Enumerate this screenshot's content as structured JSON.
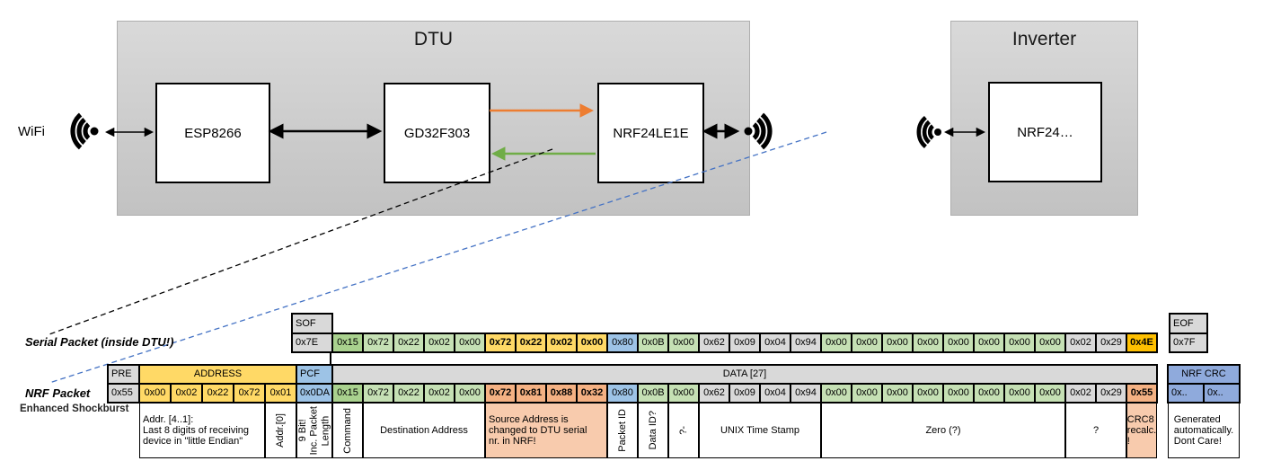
{
  "diagram": {
    "wifi_label": "WiFi",
    "dtu": {
      "title": "DTU",
      "components": {
        "esp": "ESP8266",
        "gd": "GD32F303",
        "nrf": "NRF24LE1E"
      }
    },
    "inverter": {
      "title": "Inverter",
      "components": {
        "nrf": "NRF24…"
      }
    },
    "colors": {
      "uart_tx_arrow": "#ED7D31",
      "uart_rx_arrow": "#70AD47",
      "radio_link_dash": "#4472C4",
      "serial_link_dash": "#000000"
    }
  },
  "palette": {
    "gray": "#D9D9D9",
    "yellow": "#FFD966",
    "gold": "#FFC000",
    "blue": "#9DC3E6",
    "crcblue": "#8FAADC",
    "dgreen": "#A9D18E",
    "green": "#C5E0B4",
    "orange": "#F4B183",
    "lorange": "#F8CBAD",
    "white": "#FFFFFF"
  },
  "serial_packet": {
    "label": "Serial Packet (inside DTU!)",
    "sof": {
      "header": "SOF",
      "value": "0x7E"
    },
    "eof": {
      "header": "EOF",
      "value": "0x7F"
    },
    "bytes": [
      {
        "v": "0x15",
        "c": "dgreen"
      },
      {
        "v": "0x72",
        "c": "green"
      },
      {
        "v": "0x22",
        "c": "green"
      },
      {
        "v": "0x02",
        "c": "green"
      },
      {
        "v": "0x00",
        "c": "green"
      },
      {
        "v": "0x72",
        "c": "yellow",
        "b": true
      },
      {
        "v": "0x22",
        "c": "yellow",
        "b": true
      },
      {
        "v": "0x02",
        "c": "yellow",
        "b": true
      },
      {
        "v": "0x00",
        "c": "yellow",
        "b": true
      },
      {
        "v": "0x80",
        "c": "blue"
      },
      {
        "v": "0x0B",
        "c": "green"
      },
      {
        "v": "0x00",
        "c": "green"
      },
      {
        "v": "0x62",
        "c": "gray"
      },
      {
        "v": "0x09",
        "c": "gray"
      },
      {
        "v": "0x04",
        "c": "gray"
      },
      {
        "v": "0x94",
        "c": "gray"
      },
      {
        "v": "0x00",
        "c": "green"
      },
      {
        "v": "0x00",
        "c": "green"
      },
      {
        "v": "0x00",
        "c": "green"
      },
      {
        "v": "0x00",
        "c": "green"
      },
      {
        "v": "0x00",
        "c": "green"
      },
      {
        "v": "0x00",
        "c": "green"
      },
      {
        "v": "0x00",
        "c": "green"
      },
      {
        "v": "0x00",
        "c": "green"
      },
      {
        "v": "0x02",
        "c": "gray"
      },
      {
        "v": "0x29",
        "c": "gray"
      },
      {
        "v": "0x4E",
        "c": "gold",
        "b": true
      }
    ]
  },
  "nrf_packet": {
    "label": "NRF Packet",
    "sublabel": "Enhanced Shockburst",
    "pre": {
      "header": "PRE",
      "value": "0x55"
    },
    "address": {
      "header": "ADDRESS",
      "values": [
        "0x00",
        "0x02",
        "0x22",
        "0x72",
        "0x01"
      ]
    },
    "pcf": {
      "header": "PCF",
      "value": "0x0DA"
    },
    "data_header": "DATA [27]",
    "crc": {
      "header": "NRF CRC",
      "values": [
        "0x..",
        "0x.."
      ]
    },
    "bytes": [
      {
        "v": "0x15",
        "c": "dgreen"
      },
      {
        "v": "0x72",
        "c": "green"
      },
      {
        "v": "0x22",
        "c": "green"
      },
      {
        "v": "0x02",
        "c": "green"
      },
      {
        "v": "0x00",
        "c": "green"
      },
      {
        "v": "0x72",
        "c": "orange",
        "b": true
      },
      {
        "v": "0x81",
        "c": "orange",
        "b": true
      },
      {
        "v": "0x88",
        "c": "orange",
        "b": true
      },
      {
        "v": "0x32",
        "c": "orange",
        "b": true
      },
      {
        "v": "0x80",
        "c": "blue"
      },
      {
        "v": "0x0B",
        "c": "green"
      },
      {
        "v": "0x00",
        "c": "green"
      },
      {
        "v": "0x62",
        "c": "gray"
      },
      {
        "v": "0x09",
        "c": "gray"
      },
      {
        "v": "0x04",
        "c": "gray"
      },
      {
        "v": "0x94",
        "c": "gray"
      },
      {
        "v": "0x00",
        "c": "green"
      },
      {
        "v": "0x00",
        "c": "green"
      },
      {
        "v": "0x00",
        "c": "green"
      },
      {
        "v": "0x00",
        "c": "green"
      },
      {
        "v": "0x00",
        "c": "green"
      },
      {
        "v": "0x00",
        "c": "green"
      },
      {
        "v": "0x00",
        "c": "green"
      },
      {
        "v": "0x00",
        "c": "green"
      },
      {
        "v": "0x02",
        "c": "gray"
      },
      {
        "v": "0x29",
        "c": "gray"
      },
      {
        "v": "0x55",
        "c": "orange",
        "b": true
      }
    ]
  },
  "annotations": [
    {
      "id": "addr41",
      "text": "Addr. [4..1]:\nLast 8 digits of receiving device in \"little Endian\"",
      "vertical": false,
      "bg": "white",
      "align": "left"
    },
    {
      "id": "addr0",
      "text": "Addr.[0]",
      "vertical": true,
      "bg": "white",
      "align": "center"
    },
    {
      "id": "pcf",
      "text": "9 Bit!\nInc. Packet\nLength",
      "vertical": true,
      "bg": "white",
      "align": "center"
    },
    {
      "id": "command",
      "text": "Command",
      "vertical": true,
      "bg": "white",
      "align": "center"
    },
    {
      "id": "dest",
      "text": "Destination Address",
      "vertical": false,
      "bg": "white",
      "align": "center"
    },
    {
      "id": "src",
      "text": "Source Address is\nchanged to DTU serial\nnr. in NRF!",
      "vertical": false,
      "bg": "lorange",
      "align": "left"
    },
    {
      "id": "pktid",
      "text": "Packet ID",
      "vertical": true,
      "bg": "white",
      "align": "center"
    },
    {
      "id": "dataid",
      "text": "Data ID?",
      "vertical": true,
      "bg": "white",
      "align": "center"
    },
    {
      "id": "q0",
      "text": "?-",
      "vertical": true,
      "bg": "white",
      "align": "center"
    },
    {
      "id": "unix",
      "text": "UNIX Time Stamp",
      "vertical": false,
      "bg": "white",
      "align": "center"
    },
    {
      "id": "zero",
      "text": "Zero (?)",
      "vertical": false,
      "bg": "white",
      "align": "center"
    },
    {
      "id": "q2",
      "text": "?",
      "vertical": false,
      "bg": "white",
      "align": "center"
    },
    {
      "id": "crc8",
      "text": "CRC8\nrecalc.\n!",
      "vertical": false,
      "bg": "lorange",
      "align": "center"
    },
    {
      "id": "gen",
      "text": "Generated\nautomatically.\nDont Care!",
      "vertical": false,
      "bg": "white",
      "align": "center"
    }
  ]
}
